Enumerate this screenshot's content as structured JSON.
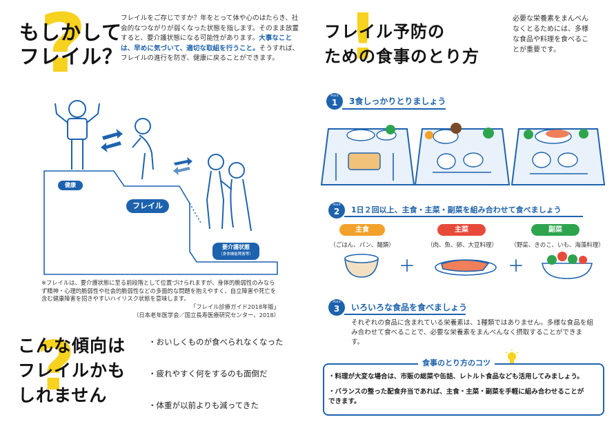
{
  "left": {
    "title_line1": "もしかして",
    "title_line2": "フレイル？",
    "intro_part1": "フレイルをご存じですか？年をとって体や心のはたらき、社会的なつながりが弱くなった状態を指します。そのまま放置すると、要介護状態になる可能性があります。",
    "intro_emph": "大事なことは、早めに気づいて、適切な取組を行うこと。",
    "intro_part2": "そうすれば、フレイルの進行を防ぎ、健康に戻ることができます。",
    "stage_healthy": "健康",
    "stage_frail": "フレイル",
    "stage_care": "要介護状態",
    "stage_care_sub": "（身体機能障害等）",
    "note": "※フレイルは、要介護状態に至る前段階として位置づけられますが、身体的脆弱性のみならず精神・心理的脆弱性や社会的脆弱性などの多面的な問題を抱えやすく、自立障害や死亡を含む健康障害を招きやすいハイリスク状態を意味します。",
    "source_line1": "「フレイル診療ガイド2018年版」",
    "source_line2": "（日本老年医学会／国立長寿医療研究センター、2018）",
    "trend_line1": "こんな傾向は",
    "trend_line2": "フレイルかも",
    "trend_line3": "しれません",
    "trends": [
      "・おいしくものが食べられなくなった",
      "・疲れやすく何をするのも面倒だ",
      "・体重が以前よりも減ってきた"
    ]
  },
  "right": {
    "title_line1": "フレイル予防の",
    "title_line2": "ための食事のとり方",
    "side_note": "必要な栄養素をまんべんなくとるためには、多様な食品や料理を食べることが重要です。",
    "point_word": "Point",
    "points": [
      {
        "num": "1",
        "head": "3食しっかりとりましょう"
      },
      {
        "num": "2",
        "head": "1日２回以上、主食・主菜・副菜を組み合わせて食べましょう"
      },
      {
        "num": "3",
        "head": "いろいろな食品を食べましょう"
      }
    ],
    "groups": [
      {
        "label": "主食",
        "caption": "（ごはん、パン、麺類）"
      },
      {
        "label": "主菜",
        "caption": "（肉、魚、卵、大豆料理）"
      },
      {
        "label": "副菜",
        "caption": "（野菜、きのこ、いも、海藻料理）"
      }
    ],
    "plus": "＋",
    "point3_body": "それぞれの食品に含まれている栄養素は、1種類ではありません。多様な食品を組み合わせて食べることで、必要な栄養素をまんべんなく摂取することができます。",
    "tips_title": "食事のとり方のコツ",
    "tips": [
      "・料理が大変な場合は、市販の総菜や缶詰、レトルト食品なども活用してみましょう。",
      "・バランスの整った配食弁当であれば、主食・主菜・副菜を手軽に組み合わせることができます。"
    ]
  },
  "colors": {
    "brand_blue": "#1d62ad",
    "accent_yellow": "#f7d21e",
    "staple_orange": "#f2a12b",
    "main_red": "#e84a3a",
    "side_green": "#2ea44f"
  }
}
